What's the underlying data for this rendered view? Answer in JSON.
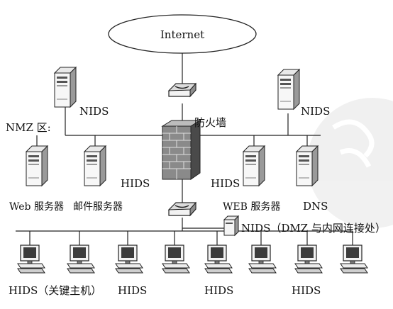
{
  "internet": "Internet",
  "firewall": "防火墙",
  "nmz_zone": "NMZ 区:",
  "nids_left": "NIDS",
  "nids_right": "NIDS",
  "nids_dmz": "NIDS（DMZ 与内网连接处）",
  "servers": {
    "web": "Web 服务器",
    "mail": "邮件服务器",
    "web2": "WEB 服务器",
    "dns": "DNS"
  },
  "hids": {
    "mail": "HIDS",
    "web2": "HIDS",
    "key_host": "HIDS（关键主机）",
    "pc3": "HIDS",
    "pc5": "HIDS",
    "pc7": "HIDS"
  }
}
